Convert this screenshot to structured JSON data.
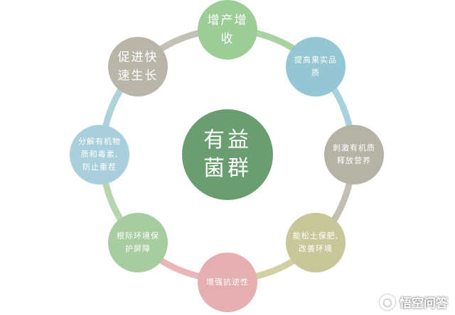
{
  "center": {
    "label_line1": "有益",
    "label_line2": "菌群",
    "color": "#6a9e71"
  },
  "nodes": [
    {
      "line1": "增产增",
      "line2": "收",
      "color": "#9ccd97",
      "ring_color": "#a9d3a3"
    },
    {
      "line1": "提高果实品",
      "line2": "质",
      "color": "#94c6d4",
      "ring_color": "#a9d3dc"
    },
    {
      "line1": "刺激有机质",
      "line2": "释放营养",
      "color": "#b5b2a6",
      "ring_color": "#c2bfb3"
    },
    {
      "line1": "能松土保肥,",
      "line2": "改善环境",
      "color": "#c8c79a",
      "ring_color": "#d2cfa3"
    },
    {
      "line1": "增强抗逆性",
      "line2": "",
      "color": "#e5aeb0",
      "ring_color": "#ebb6b8"
    },
    {
      "line1": "根际环境保",
      "line2": "护屏障",
      "color": "#a6cc9f",
      "ring_color": "#b6d6ae"
    },
    {
      "line1": "分解有机物",
      "line2": "质和毒素,",
      "line3": "防止重茬",
      "color": "#a9cfdc",
      "ring_color": "#add2dc"
    },
    {
      "line1": "促进快",
      "line2": "速生长",
      "color": "#b9b5a8",
      "ring_color": "#c3c0b4"
    }
  ],
  "watermark": {
    "icon": "speech-bubble-icon",
    "text": "悟空问答"
  }
}
